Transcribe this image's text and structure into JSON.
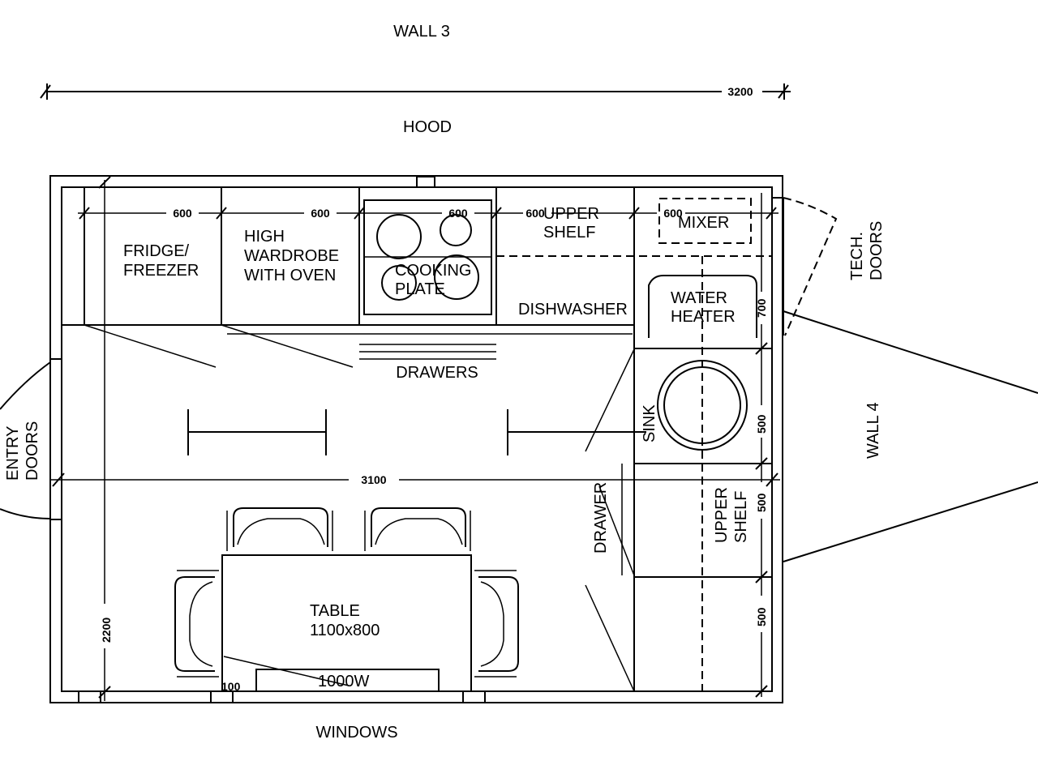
{
  "labels": {
    "wall3": "WALL 3",
    "wall4": "WALL 4",
    "hood": "HOOD",
    "windows": "WINDOWS",
    "entry_doors": [
      "ENTRY",
      "DOORS"
    ],
    "tech_doors": [
      "TECH.",
      "DOORS"
    ],
    "fridge": [
      "FRIDGE/",
      "FREEZER"
    ],
    "wardrobe": [
      "HIGH",
      "WARDROBE",
      "WITH  OVEN"
    ],
    "cooking": [
      "COOKING",
      "PLATE"
    ],
    "upper_shelf_top": [
      "UPPER",
      "SHELF"
    ],
    "dishwasher": "DISHWASHER",
    "mixer": "MIXER",
    "water_heater": [
      "WATER",
      "HEATER"
    ],
    "drawers": "DRAWERS",
    "sink": "SINK",
    "drawer": "DRAWER",
    "upper_shelf_right": [
      "UPPER",
      "SHELF"
    ],
    "table": [
      "TABLE",
      "1100x800"
    ],
    "heater": "1000W"
  },
  "dimensions": {
    "overall_width": "3200",
    "inner_width": "3100",
    "height": "2200",
    "module_1": "600",
    "module_2": "600",
    "module_3": "600",
    "module_4": "600",
    "module_5": "600",
    "right_1": "700",
    "right_2": "500",
    "right_3": "500",
    "right_4": "500",
    "small": "100"
  }
}
